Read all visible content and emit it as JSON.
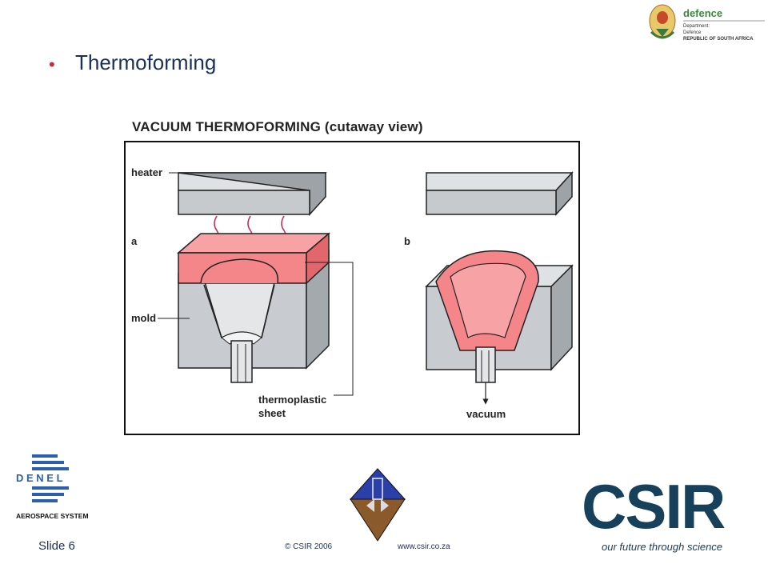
{
  "slide": {
    "title": "Thermoforming",
    "number": "Slide 6",
    "copyright": "© CSIR 2006",
    "website": "www.csir.co.za"
  },
  "diagram": {
    "title": "VACUUM THERMOFORMING (cutaway view)",
    "labels": {
      "heater": "heater",
      "a": "a",
      "b": "b",
      "mold": "mold",
      "thermoplastic": "thermoplastic",
      "sheet": "sheet",
      "vacuum": "vacuum"
    },
    "colors": {
      "mold": "#c8ccd0",
      "sheet": "#f4868a",
      "arrows": "#c8305a"
    }
  },
  "logos": {
    "defence": {
      "name": "defence",
      "line1": "Department:",
      "line2": "Defence",
      "line3": "REPUBLIC OF SOUTH AFRICA"
    },
    "denel": {
      "letters": "D E N E L",
      "sub": "AEROSPACE SYSTEMS"
    },
    "csir": {
      "name": "CSIR",
      "slogan": "our future through science"
    }
  }
}
